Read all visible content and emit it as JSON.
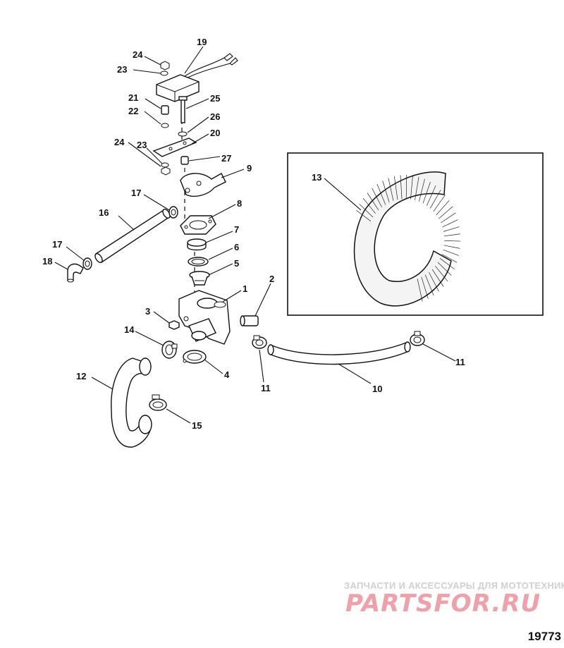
{
  "diagram": {
    "number": "19773",
    "callouts": {
      "c1": "1",
      "c2": "2",
      "c3": "3",
      "c4": "4",
      "c5": "5",
      "c6": "6",
      "c7": "7",
      "c8": "8",
      "c9": "9",
      "c10": "10",
      "c11a": "11",
      "c11b": "11",
      "c12": "12",
      "c13": "13",
      "c14": "14",
      "c15": "15",
      "c16": "16",
      "c17a": "17",
      "c17b": "17",
      "c18": "18",
      "c19": "19",
      "c20": "20",
      "c21": "21",
      "c22": "22",
      "c23a": "23",
      "c23b": "23",
      "c24a": "24",
      "c24b": "24",
      "c25": "25",
      "c26": "26",
      "c27": "27"
    }
  },
  "watermark": {
    "tagline": "ЗАПЧАСТИ И АКСЕССУАРЫ ДЛЯ МОТОТЕХНИКИ",
    "logo": "PARTSFOR.RU"
  }
}
